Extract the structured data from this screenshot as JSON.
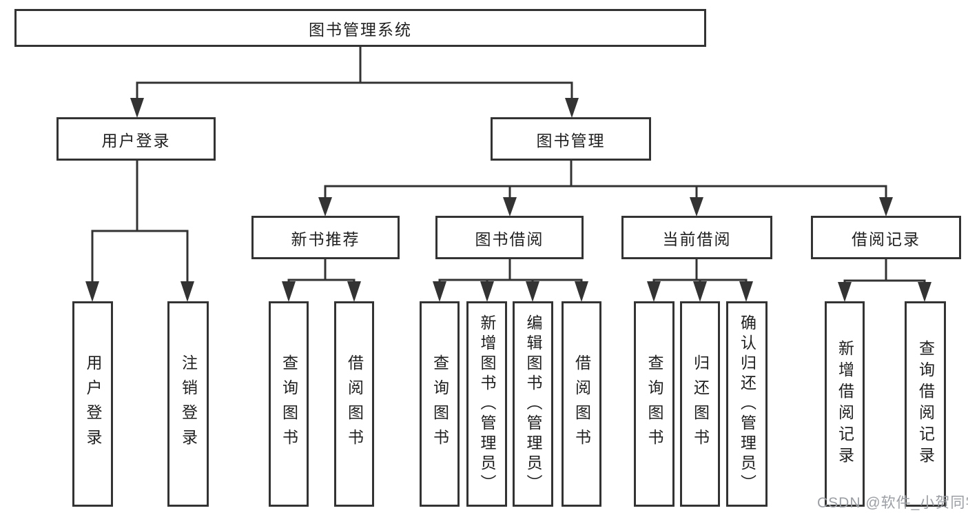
{
  "diagram": {
    "root": {
      "label": "图书管理系统"
    },
    "level2": [
      {
        "label": "用户登录"
      },
      {
        "label": "图书管理"
      }
    ],
    "level3": [
      {
        "label": "新书推荐"
      },
      {
        "label": "图书借阅"
      },
      {
        "label": "当前借阅"
      },
      {
        "label": "借阅记录"
      }
    ],
    "leaves": [
      {
        "label": "用户登录"
      },
      {
        "label": "注销登录"
      },
      {
        "label": "查询图书"
      },
      {
        "label": "借阅图书"
      },
      {
        "label": "查询图书"
      },
      {
        "label": "新增图书（管理员）"
      },
      {
        "label": "编辑图书（管理员）"
      },
      {
        "label": "借阅图书"
      },
      {
        "label": "查询图书"
      },
      {
        "label": "归还图书"
      },
      {
        "label": "确认归还（管理员）"
      },
      {
        "label": "新增借阅记录"
      },
      {
        "label": "查询借阅记录"
      }
    ]
  },
  "watermark": {
    "text": "CSDN @软件_小贺同学"
  },
  "colors": {
    "line": "#333333",
    "border": "#333333",
    "text": "#1f1f1f",
    "watermark": "#9b9ea3",
    "background": "#ffffff"
  }
}
